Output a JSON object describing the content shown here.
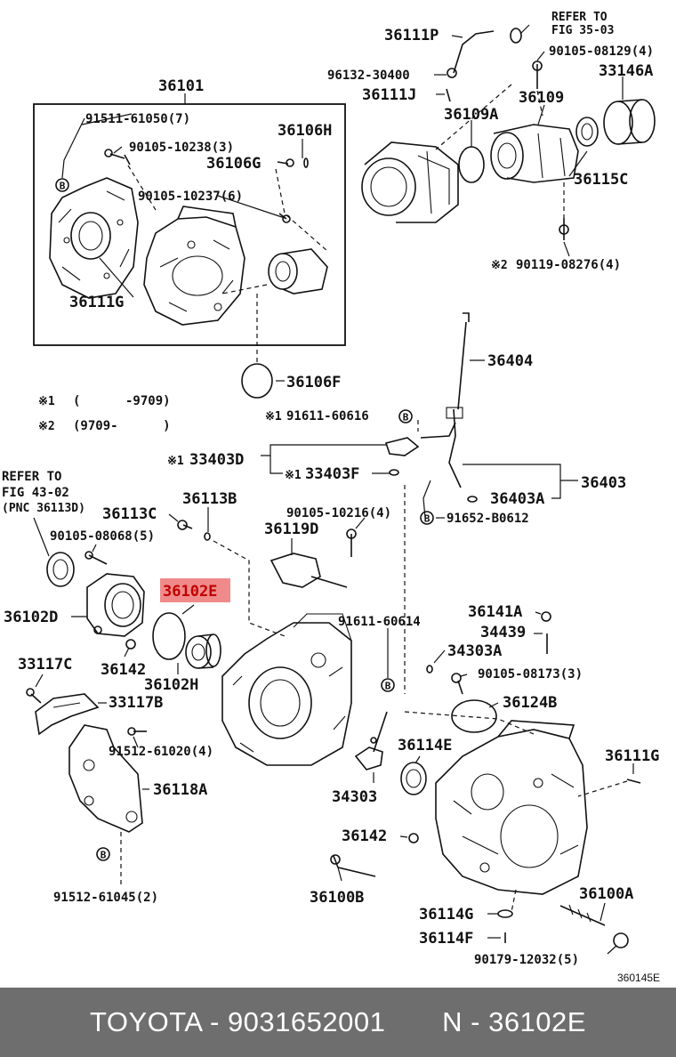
{
  "labels": {
    "p36101": "36101",
    "p91511_61050": "91511-61050(7)",
    "p90105_10238": "90105-10238(3)",
    "p36106H": "36106H",
    "p36106G": "36106G",
    "p90105_10237": "90105-10237(6)",
    "p36111G_a": "36111G",
    "p36106F": "36106F",
    "p36111P": "36111P",
    "refer_35_03_a": "REFER TO",
    "refer_35_03_b": "FIG 35-03",
    "p90105_08129": "90105-08129(4)",
    "p96132_30400": "96132-30400",
    "p33146A": "33146A",
    "p36111J": "36111J",
    "p36109": "36109",
    "p36109A": "36109A",
    "p36115C": "36115C",
    "p90119_08276": "90119-08276(4)",
    "p36404": "36404",
    "note1_mark": "※1",
    "note1_text": "(      -9709)",
    "note2_mark": "※2",
    "note2_text": "(9709-      )",
    "p91611_60616": "91611-60616",
    "p33403D": "33403D",
    "p33403F": "33403F",
    "p36403": "36403",
    "p36403A": "36403A",
    "p91652_B0612": "91652-B0612",
    "refer_43_02_a": "REFER TO",
    "refer_43_02_b": "FIG 43-02",
    "refer_43_02_c": "(PNC 36113D)",
    "p36113B": "36113B",
    "p36113C": "36113C",
    "p90105_10216": "90105-10216(4)",
    "p90105_08068": "90105-08068(5)",
    "p36119D": "36119D",
    "p36102E": "36102E",
    "p36102D": "36102D",
    "p91611_60614": "91611-60614",
    "p36141A": "36141A",
    "p34439": "34439",
    "p34303A": "34303A",
    "p33117C": "33117C",
    "p36142_a": "36142",
    "p36102H": "36102H",
    "p90105_08173": "90105-08173(3)",
    "p33117B": "33117B",
    "p36124B": "36124B",
    "p91512_61020": "91512-61020(4)",
    "p36114E": "36114E",
    "p36111G_b": "36111G",
    "p36118A": "36118A",
    "p34303": "34303",
    "p36142_b": "36142",
    "p91512_61045": "91512-61045(2)",
    "p36100B": "36100B",
    "p36100A": "36100A",
    "p36114G": "36114G",
    "p36114F": "36114F",
    "p90179_12032": "90179-12032(5)",
    "fig_code": "360145E",
    "callout_b": "B",
    "mark1": "※1",
    "mark2": "※2"
  },
  "highlight": {
    "part": "36102E",
    "color": "#f08a8a",
    "text_color": "#c00000"
  },
  "footer": {
    "text": "TOYOTA - 9031652001       N - 36102E",
    "background": "#6e6e6e"
  }
}
